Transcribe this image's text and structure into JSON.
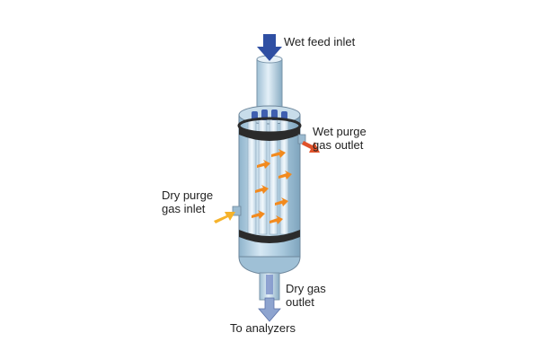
{
  "labels": {
    "wet_feed_inlet": "Wet feed inlet",
    "wet_purge_gas_outlet": [
      "Wet purge",
      "gas outlet"
    ],
    "dry_purge_gas_inlet": [
      "Dry purge",
      "gas inlet"
    ],
    "dry_gas_outlet": [
      "Dry gas",
      "outlet"
    ],
    "to_analyzers": "To analyzers"
  },
  "colors": {
    "blue_arrow": "#2f4fa3",
    "orange_arrow": "#f28a1e",
    "red_arrow": "#e0522a",
    "yellow_arrow": "#f6b32b",
    "shell": "#b9d6e8",
    "tube": "#dbe9f3",
    "band": "#2b2b2b",
    "outline": "#6e879c"
  }
}
